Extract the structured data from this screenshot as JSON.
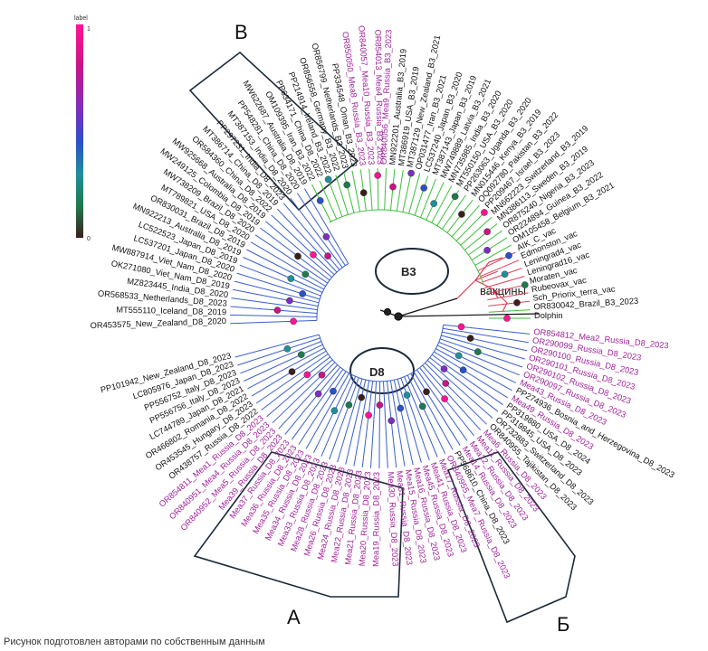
{
  "caption": "Рисунок подготовлен авторами по собственным данным",
  "legend": {
    "title": "label",
    "max": "1",
    "min": "0",
    "colors": [
      "#ff1493",
      "#c71585",
      "#7b2fbe",
      "#2b50c8",
      "#1f8f9a",
      "#1e7a4c",
      "#3b1f1a"
    ]
  },
  "box_labels": {
    "A": "А",
    "B_cyr": "Б",
    "V": "В"
  },
  "clade_labels": {
    "b3": "B3",
    "d8": "D8",
    "vaccines": "вакцины"
  },
  "colors": {
    "b3_branch": "#3bbf3b",
    "d8_branch": "#3a5fcd",
    "vaccine_branch": "#e0405a",
    "russia_label": "#a0219a",
    "other_label": "#111111",
    "box": "#1b2a3a"
  },
  "leaves_upper": [
    {
      "t": "Dolphin",
      "c": "k"
    },
    {
      "t": "OR830042_Brazil_B3_2023",
      "c": "k"
    },
    {
      "t": "Sch_Priorix_terra_vac",
      "c": "k"
    },
    {
      "t": "Rubeovax_vac",
      "c": "k"
    },
    {
      "t": "Moraten_vac",
      "c": "k"
    },
    {
      "t": "Leningrad16_vac",
      "c": "k"
    },
    {
      "t": "Leningrad4_vac",
      "c": "k"
    },
    {
      "t": "Edmonston_vac",
      "c": "k"
    },
    {
      "t": "AIK_C_vac",
      "c": "k"
    },
    {
      "t": "OM105458_Belgium_B3_2021",
      "c": "k"
    },
    {
      "t": "OR224894_Guinea_B3_2022",
      "c": "k"
    },
    {
      "t": "OR875240_Nigeria_B3_2023",
      "c": "k"
    },
    {
      "t": "MN386113_Sweden_B3_2019",
      "c": "k"
    },
    {
      "t": "MN662223_Switzerland_B3_2019",
      "c": "k"
    },
    {
      "t": "PP209467_Israel_B3_2023",
      "c": "k"
    },
    {
      "t": "OQ092780_Pakistan_B3_2022",
      "c": "k"
    },
    {
      "t": "MN015446_Kenya_B3_2019",
      "c": "k"
    },
    {
      "t": "PP263063_Uganda_B3_2020",
      "c": "k"
    },
    {
      "t": "MT550150_USA_B3_2020",
      "c": "k"
    },
    {
      "t": "MN735985_India_B3_2020",
      "c": "k"
    },
    {
      "t": "MW749889_Latvia_B3_2021",
      "c": "k"
    },
    {
      "t": "MT387143_Japan_B3_2019",
      "c": "k"
    },
    {
      "t": "LC537240_Japan_B3_2020",
      "c": "k"
    },
    {
      "t": "OP031477_Iran_B3_2021",
      "c": "k"
    },
    {
      "t": "MT387129_New_Zealand_B3_2021",
      "c": "k"
    },
    {
      "t": "MT386919_USA_B3_2019",
      "c": "k"
    },
    {
      "t": "MN922201_Australia_B3_2019",
      "c": "k"
    },
    {
      "t": "OR840056_Mea9_Russia_B3_2023",
      "c": "p"
    },
    {
      "t": "OR854013_Mea4_Russia_B3_2023",
      "c": "p"
    },
    {
      "t": "OR840057_Mea10_Russia_B3_2023",
      "c": "p"
    },
    {
      "t": "OR850050_Mea8_Russia_B3_2023",
      "c": "p"
    },
    {
      "t": "PP334548_Oman_B3_2023",
      "c": "k"
    },
    {
      "t": "OR856799_Netherlands_B3_2023",
      "c": "k"
    },
    {
      "t": "OR856558_Germany_B3_2022",
      "c": "k"
    },
    {
      "t": "PP214914_Ireland_B3_2022",
      "c": "k"
    },
    {
      "t": "PP634171_China_D8_2022",
      "c": "k"
    },
    {
      "t": "OM109395_Iran_B3_2022",
      "c": "k"
    },
    {
      "t": "MW622687_Australia_D8_2019",
      "c": "k"
    },
    {
      "t": "PP548281_China_D8_2020",
      "c": "k"
    },
    {
      "t": "MT387153_India_D8_2020",
      "c": "k"
    },
    {
      "t": "PP297231_India_D8_2023",
      "c": "k"
    },
    {
      "t": "MT386714_China_D8_2019",
      "c": "k"
    },
    {
      "t": "OR584360_China_D8_2022",
      "c": "k"
    },
    {
      "t": "MW925668_Australia_D8_2019",
      "c": "k"
    },
    {
      "t": "MW249125_Colombia_D8_2019",
      "c": "k"
    },
    {
      "t": "MW738209_Brazil_D8_2020",
      "c": "k"
    },
    {
      "t": "MT789821_USA_D8_2020",
      "c": "k"
    },
    {
      "t": "OR830031_Brazil_D8_2019",
      "c": "k"
    },
    {
      "t": "MN922213_Australia_D8_2019",
      "c": "k"
    },
    {
      "t": "LC522523_Japan_D8_2019",
      "c": "k"
    },
    {
      "t": "LC537201_Japan_D8_2020",
      "c": "k"
    },
    {
      "t": "MW887914_Viet_Nam_D8_2020",
      "c": "k"
    },
    {
      "t": "OK271080_Viet_Nam_D8_2019",
      "c": "k"
    },
    {
      "t": "MZ823445_India_D8_2020",
      "c": "k"
    },
    {
      "t": "OR568533_Netherlands_D8_2023",
      "c": "k"
    },
    {
      "t": "MT555110_Iceland_D8_2019",
      "c": "k"
    },
    {
      "t": "OR453575_New_Zealand_D8_2020",
      "c": "k"
    }
  ],
  "leaves_lower": [
    {
      "t": "OR854812_Mea2_Russia_D8_2023",
      "c": "p"
    },
    {
      "t": "OR290099_Russia_D8_2023",
      "c": "p"
    },
    {
      "t": "OR290100_Russia_D8_2023",
      "c": "p"
    },
    {
      "t": "OR290101_Russia_D8_2023",
      "c": "p"
    },
    {
      "t": "OR290102_Russia_D8_2023",
      "c": "p"
    },
    {
      "t": "OR290097_Russia_D8_2023",
      "c": "p"
    },
    {
      "t": "Mea43_Russia_D8_2023",
      "c": "p"
    },
    {
      "t": "PP274936_Bosnia_and_Herzegovina_D8_2023",
      "c": "k"
    },
    {
      "t": "Mea49_Russia_D8_2023",
      "c": "p"
    },
    {
      "t": "PP319880_USA_D8_2024",
      "c": "k"
    },
    {
      "t": "PP319845_USA_D8_2023",
      "c": "k"
    },
    {
      "t": "OR732883_Switzerland_D8_2023",
      "c": "k"
    },
    {
      "t": "OR840955_Tajikistan_D8_2023",
      "c": "k"
    },
    {
      "t": "Mea6_Russia_D8_2023",
      "c": "p"
    },
    {
      "t": "Mea11_Russia_D8_2023",
      "c": "p"
    },
    {
      "t": "Mea12_Russia_D8_2023",
      "c": "p"
    },
    {
      "t": "Mea14_Russia_D8_2023",
      "c": "p"
    },
    {
      "t": "PP568610_China_D8_2023",
      "c": "k"
    },
    {
      "t": "OR840955_Mea7_Russia_D8_2023",
      "c": "p"
    },
    {
      "t": "Mea17_Russia_D8_2023",
      "c": "p"
    },
    {
      "t": "Mea41_Russia_D8_2023",
      "c": "p"
    },
    {
      "t": "Mea45_Russia_D8_2023",
      "c": "p"
    },
    {
      "t": "Mea16_Russia_D8_2023",
      "c": "p"
    },
    {
      "t": "Mea15_Russia_D8_2023",
      "c": "p"
    },
    {
      "t": "Mea31_Russia_D8_2023",
      "c": "p"
    },
    {
      "t": "Mea30_Russia_D8_2023",
      "c": "p"
    },
    {
      "t": "Mea19_Russia_D8_2023",
      "c": "p"
    },
    {
      "t": "Mea20_Russia_D8_2023",
      "c": "p"
    },
    {
      "t": "Mea21_Russia_D8_2023",
      "c": "p"
    },
    {
      "t": "Mea22_Russia_D8_2023",
      "c": "p"
    },
    {
      "t": "Mea24_Russia_D8_2023",
      "c": "p"
    },
    {
      "t": "Mea26_Russia_D8_2023",
      "c": "p"
    },
    {
      "t": "Mea28_Russia_D8_2023",
      "c": "p"
    },
    {
      "t": "Mea33_Russia_D8_2023",
      "c": "p"
    },
    {
      "t": "Mea34_Russia_D8_2023",
      "c": "p"
    },
    {
      "t": "Mea35_Russia_D8_2023",
      "c": "p"
    },
    {
      "t": "Mea36_Russia_D8_2023",
      "c": "p"
    },
    {
      "t": "Mea37_Russia_D8_2023",
      "c": "p"
    },
    {
      "t": "Mea39_Russia_D8_2023",
      "c": "p"
    },
    {
      "t": "OR840952_Mea5_Russia_D8_2023",
      "c": "p"
    },
    {
      "t": "OR840951_Mea4_Russia_D8_2023",
      "c": "p"
    },
    {
      "t": "OR854811_Mea1_Russia_D8_2023",
      "c": "p"
    },
    {
      "t": "OR438757_Russia_D8_2022",
      "c": "k"
    },
    {
      "t": "OR453545_Hungary_D8_2023",
      "c": "k"
    },
    {
      "t": "OR466802_Romania_D8_2022",
      "c": "k"
    },
    {
      "t": "LC744789_Japan_D8_2021",
      "c": "k"
    },
    {
      "t": "PP556756_Italy_D8_2023",
      "c": "k"
    },
    {
      "t": "PP556752_Italy_D8_2023",
      "c": "k"
    },
    {
      "t": "LC805976_Japan_D8_2023",
      "c": "k"
    },
    {
      "t": "PP101942_New_Zealand_D8_2023",
      "c": "k"
    }
  ]
}
